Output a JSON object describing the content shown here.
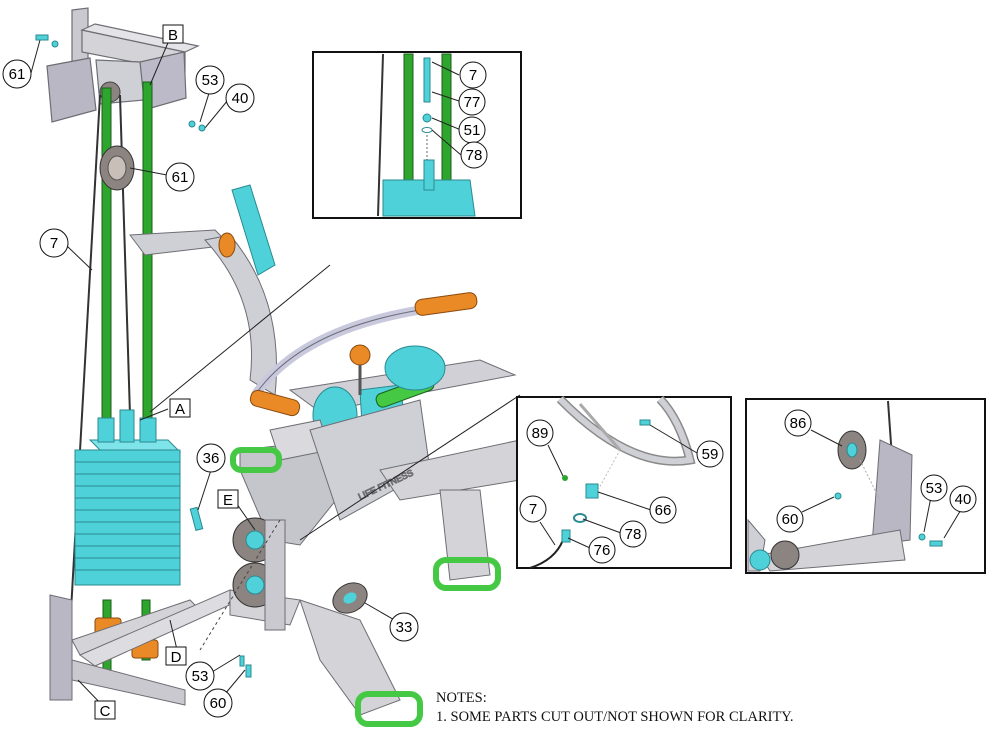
{
  "figure": {
    "callouts_main": [
      "61",
      "53",
      "40",
      "61",
      "7",
      "36",
      "33",
      "53",
      "60"
    ],
    "letter_labels": [
      "B",
      "A",
      "E",
      "D",
      "C"
    ],
    "inset_top_callouts": [
      "7",
      "77",
      "51",
      "78"
    ],
    "inset_mid_callouts": [
      "89",
      "59",
      "66",
      "7",
      "78",
      "76"
    ],
    "inset_right_callouts": [
      "86",
      "60",
      "53",
      "40"
    ],
    "brand_mark": "LIFE FITNESS"
  },
  "notes": {
    "heading": "NOTES:",
    "line1": "1. SOME PARTS CUT OUT/NOT SHOWN FOR CLARITY."
  },
  "colors": {
    "frame": "#c9c9cf",
    "frame_edge": "#6d6d74",
    "weight_stack": "#4fd1d9",
    "guide_rod": "#2ea62e",
    "grip_green": "#45c945",
    "pad_orange": "#e98a26",
    "pulley": "#8c8480"
  }
}
